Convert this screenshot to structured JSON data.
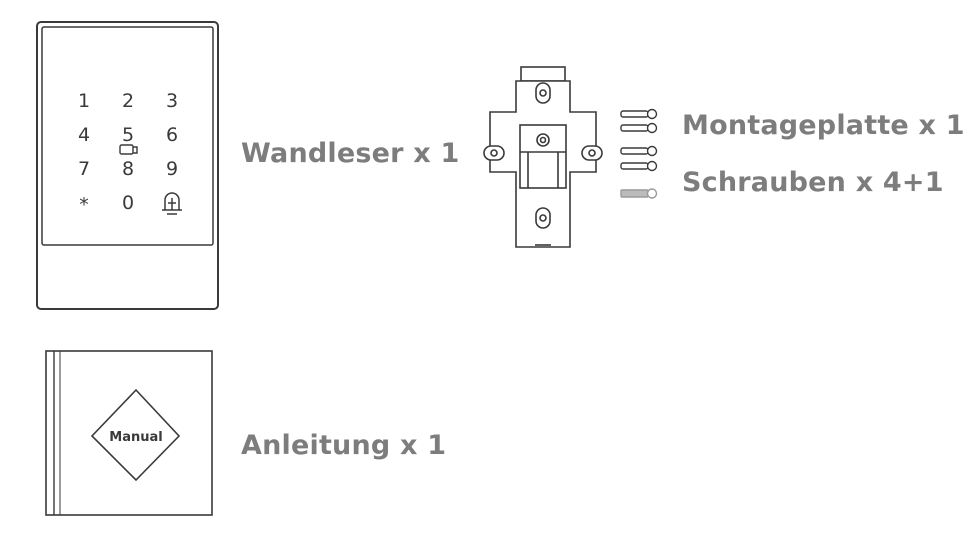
{
  "items": {
    "wall_reader": {
      "label": "Wandleser x 1",
      "keypad": {
        "keys": [
          "1",
          "2",
          "3",
          "4",
          "5",
          "6",
          "7",
          "8",
          "9",
          "*",
          "0"
        ],
        "icons": [
          "card-icon",
          "bell-icon"
        ]
      }
    },
    "mounting_plate": {
      "label": "Montageplatte x 1"
    },
    "screws": {
      "label": "Schrauben x 4+1"
    },
    "manual": {
      "label": "Anleitung x 1",
      "cover_text": "Manual"
    }
  },
  "colors": {
    "text": "#7d7d7d",
    "line": "#3a3a3a"
  }
}
